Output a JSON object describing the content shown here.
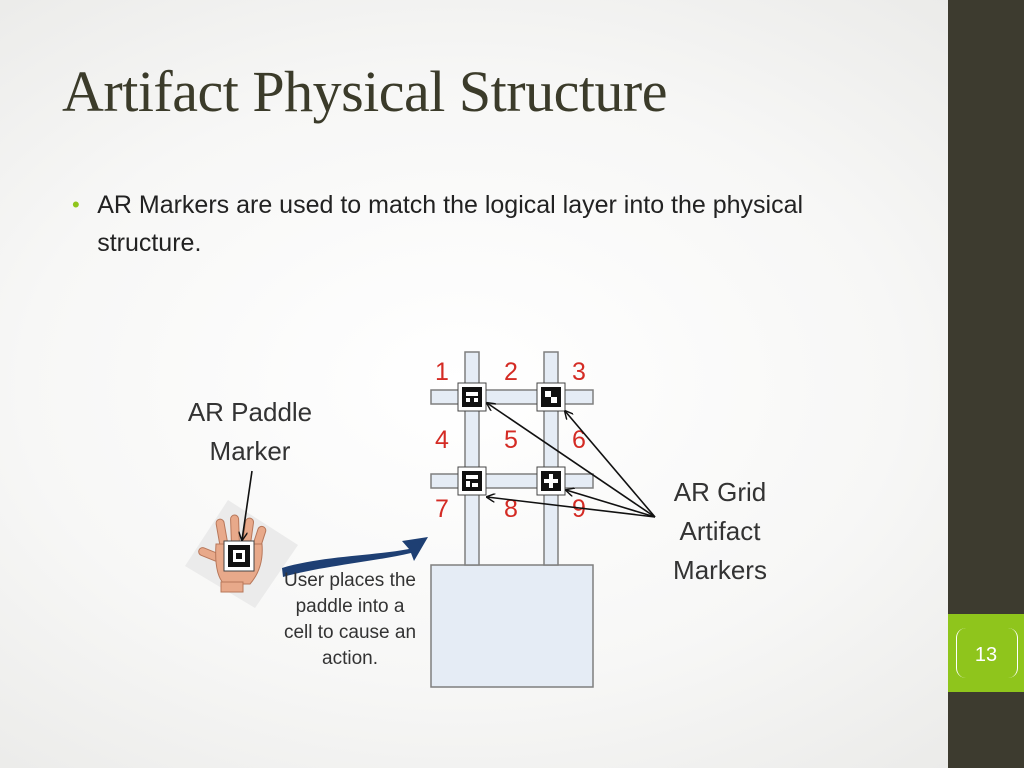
{
  "slide": {
    "title": "Artifact Physical Structure",
    "bullets": [
      "AR Markers are used to match the logical layer into the physical structure."
    ],
    "page_number": "13"
  },
  "diagram": {
    "paddle_label": [
      "AR Paddle",
      "Marker"
    ],
    "action_caption": [
      "User places the",
      "paddle into a",
      "cell to cause an",
      "action."
    ],
    "grid_label": [
      "AR Grid",
      "Artifact",
      "Markers"
    ],
    "cell_numbers": [
      "1",
      "2",
      "3",
      "4",
      "5",
      "6",
      "7",
      "8",
      "9"
    ]
  },
  "colors": {
    "sidebar": "#3d3b2f",
    "accent_green": "#8fc51c",
    "title_text": "#3b3b2a",
    "cell_number_red": "#d42b24",
    "arrow_blue": "#1e3f73",
    "structure_fill": "#e5ecf5"
  }
}
